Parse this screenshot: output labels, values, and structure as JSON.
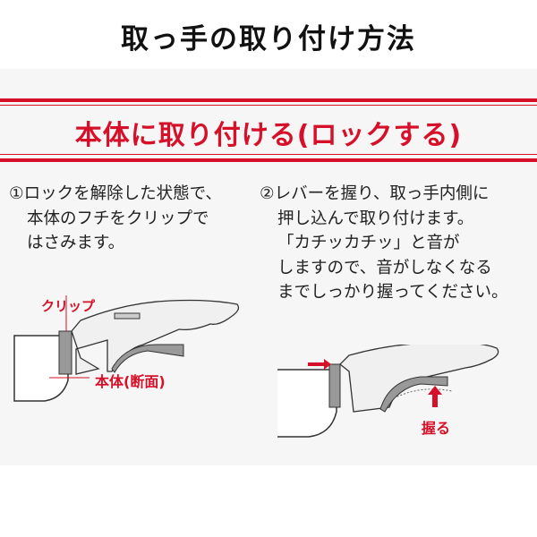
{
  "title": "取っ手の取り付け方法",
  "section_title": "本体に取り付ける(ロックする)",
  "steps": [
    {
      "lines": [
        "①ロックを解除した状態で、",
        "本体のフチをクリップで",
        "はさみます。"
      ]
    },
    {
      "lines": [
        "②レバーを握り、取っ手内側に",
        "押し込んで取り付けます。",
        "「カチッカチッ」と音が",
        "しますので、音がしなくなる",
        "までしっかり握ってください。"
      ]
    }
  ],
  "labels": {
    "clip": "クリップ",
    "body_section": "本体(断面)",
    "grip": "握る"
  },
  "colors": {
    "accent": "#d7102a"
  }
}
